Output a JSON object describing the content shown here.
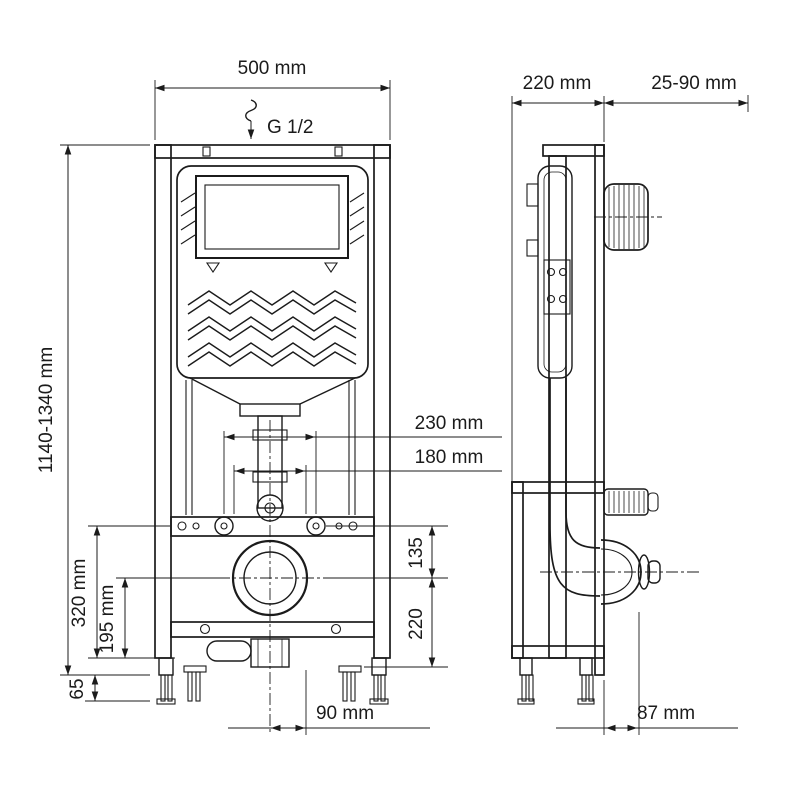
{
  "drawing": {
    "kind": "concealed-toilet-installation-frame",
    "views": {
      "front": "front view",
      "side": "side view"
    },
    "colors": {
      "line": "#1b1b1b",
      "background": "#ffffff"
    },
    "dims": {
      "front_width": "500 mm",
      "height_range": "1140-1340 mm",
      "supply": "G 1/2",
      "span_outer": "230 mm",
      "span_inner": "180 mm",
      "axis_to_fixings": "135",
      "axis_to_floor": "220",
      "h320": "320 mm",
      "h195": "195 mm",
      "foot": "65",
      "outlet_offset_front": "90 mm",
      "side_depth": "220 mm",
      "wall_range": "25-90 mm",
      "outlet_offset_side": "87 mm"
    }
  }
}
